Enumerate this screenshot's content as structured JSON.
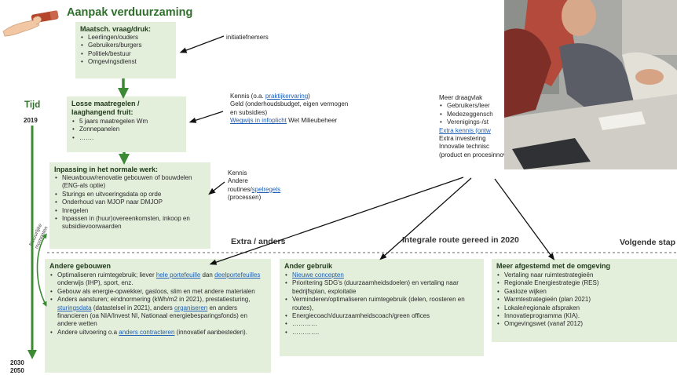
{
  "title": "Aanpak verduurzaming",
  "timeline": {
    "label": "Tijd",
    "year_start": "2019",
    "year_end_1": "2030",
    "year_end_2": "2050"
  },
  "loop_label": [
    "Natuurlijke",
    "momenten"
  ],
  "boxes": {
    "box1": {
      "title": "Maatsch. vraag/druk:",
      "items": [
        "Leerlingen/ouders",
        "Gebruikers/burgers",
        "Politiek/bestuur",
        "Omgevingsdienst"
      ]
    },
    "box2": {
      "title_line1": "Losse maatregelen /",
      "title_line2": "laaghangend fruit:",
      "items": [
        "5 jaars maatregelen Wm",
        "Zonnepanelen",
        "……."
      ]
    },
    "box3": {
      "title": "Inpassing in het normale werk:",
      "items": [
        "Nieuwbouw/renovatie gebouwen of bouwdelen (ENG-als optie)",
        "Sturings en uitvoeringsdata op orde",
        "Onderhoud van MJOP naar DMJOP",
        "Inregelen",
        "Inpassen in (huur)overeenkomsten, inkoop en subsidievoorwaarden"
      ]
    },
    "box4": {
      "title": "Andere gebouwen",
      "item1": {
        "a": "Optimaliseren ruimtegebruik; liever ",
        "link1": "hele portefeuille",
        "b": " dan ",
        "link2": "deelportefeuilles",
        "c": " onderwijs (IHP), sport, enz."
      },
      "item2": "Gebouw als energie-opwekker, gasloos, slim en met andere materialen",
      "item3": {
        "a": "Anders aansturen; eindnormering (kWh/m2 in 2021), prestatiesturing, ",
        "link1": "sturingsdata",
        "b": " (datastelsel in 2021), anders ",
        "link2": "organiseren",
        "c": " en anders financieren (oa NIA/Invest NI, Nationaal energiebesparingsfonds) en andere wetten"
      },
      "item4": {
        "a": "Andere uitvoering o.a ",
        "link1": "anders contracteren",
        "b": " (innovatief aanbesteden)."
      }
    },
    "box5": {
      "title": "Ander gebruik",
      "link_item": "Nieuwe concepten",
      "items": [
        "Prioritering SDG's (duurzaamheidsdoelen) en vertaling naar bedrijfsplan, exploitatie",
        "Verminderen/optimaliseren ruimtegebruik (delen, roosteren en routes),",
        "Energiecoach/duurzaamheidscoach/green offices",
        "…………",
        "…………."
      ]
    },
    "box6": {
      "title": "Meer afgestemd met de omgeving",
      "items": [
        "Vertaling naar ruimtestrategieën",
        "Regionale Energiestrategie (RES)",
        "Gasloze wijken",
        "Warmtestrategieën (plan 2021)",
        "Lokale/regionale afspraken",
        "Innovatieprogramma (KIA).",
        "Omgevingswet (vanaf 2012)"
      ]
    }
  },
  "notes": {
    "initiatiefnemers": "initiatiefnemers",
    "kennis1": {
      "line1_a": "Kennis (o.a. ",
      "line1_link": "praktijkervaring",
      "line1_b": ")",
      "line2": "Geld (onderhoudsbudget, eigen vermogen",
      "line3": "en subsidies)",
      "line4_link": "Wegwijs in infoplicht",
      "line4_b": " Wet Milieubeheer"
    },
    "kennis2": {
      "line1": "Kennis",
      "line2": "Andere",
      "line3_a": "routines/",
      "line3_link": "spelregels",
      "line4": "(processen)"
    },
    "draagvlak": {
      "line1": "Meer draagvlak",
      "items": [
        "Gebruikers/leer",
        "Medezeggensch",
        "Verenigings-/st"
      ],
      "line_link": "Extra kennis (ontw",
      "line2": "Extra investering",
      "line3": "Innovatie technisc",
      "line4": "(product en procesinnovatie)"
    }
  },
  "stage_labels": {
    "extra": "Extra / anders",
    "integrale": "Integrale route gereed in 2020",
    "volgende": "Volgende stap"
  },
  "colors": {
    "box_fill": "#e3eedb",
    "title_green": "#2e6f2a",
    "arrow_green": "#3d8a35",
    "link_blue": "#1f5fb5"
  },
  "icons": {
    "hand": "hand-holding-plank-icon",
    "photo": "meeting-photo"
  }
}
